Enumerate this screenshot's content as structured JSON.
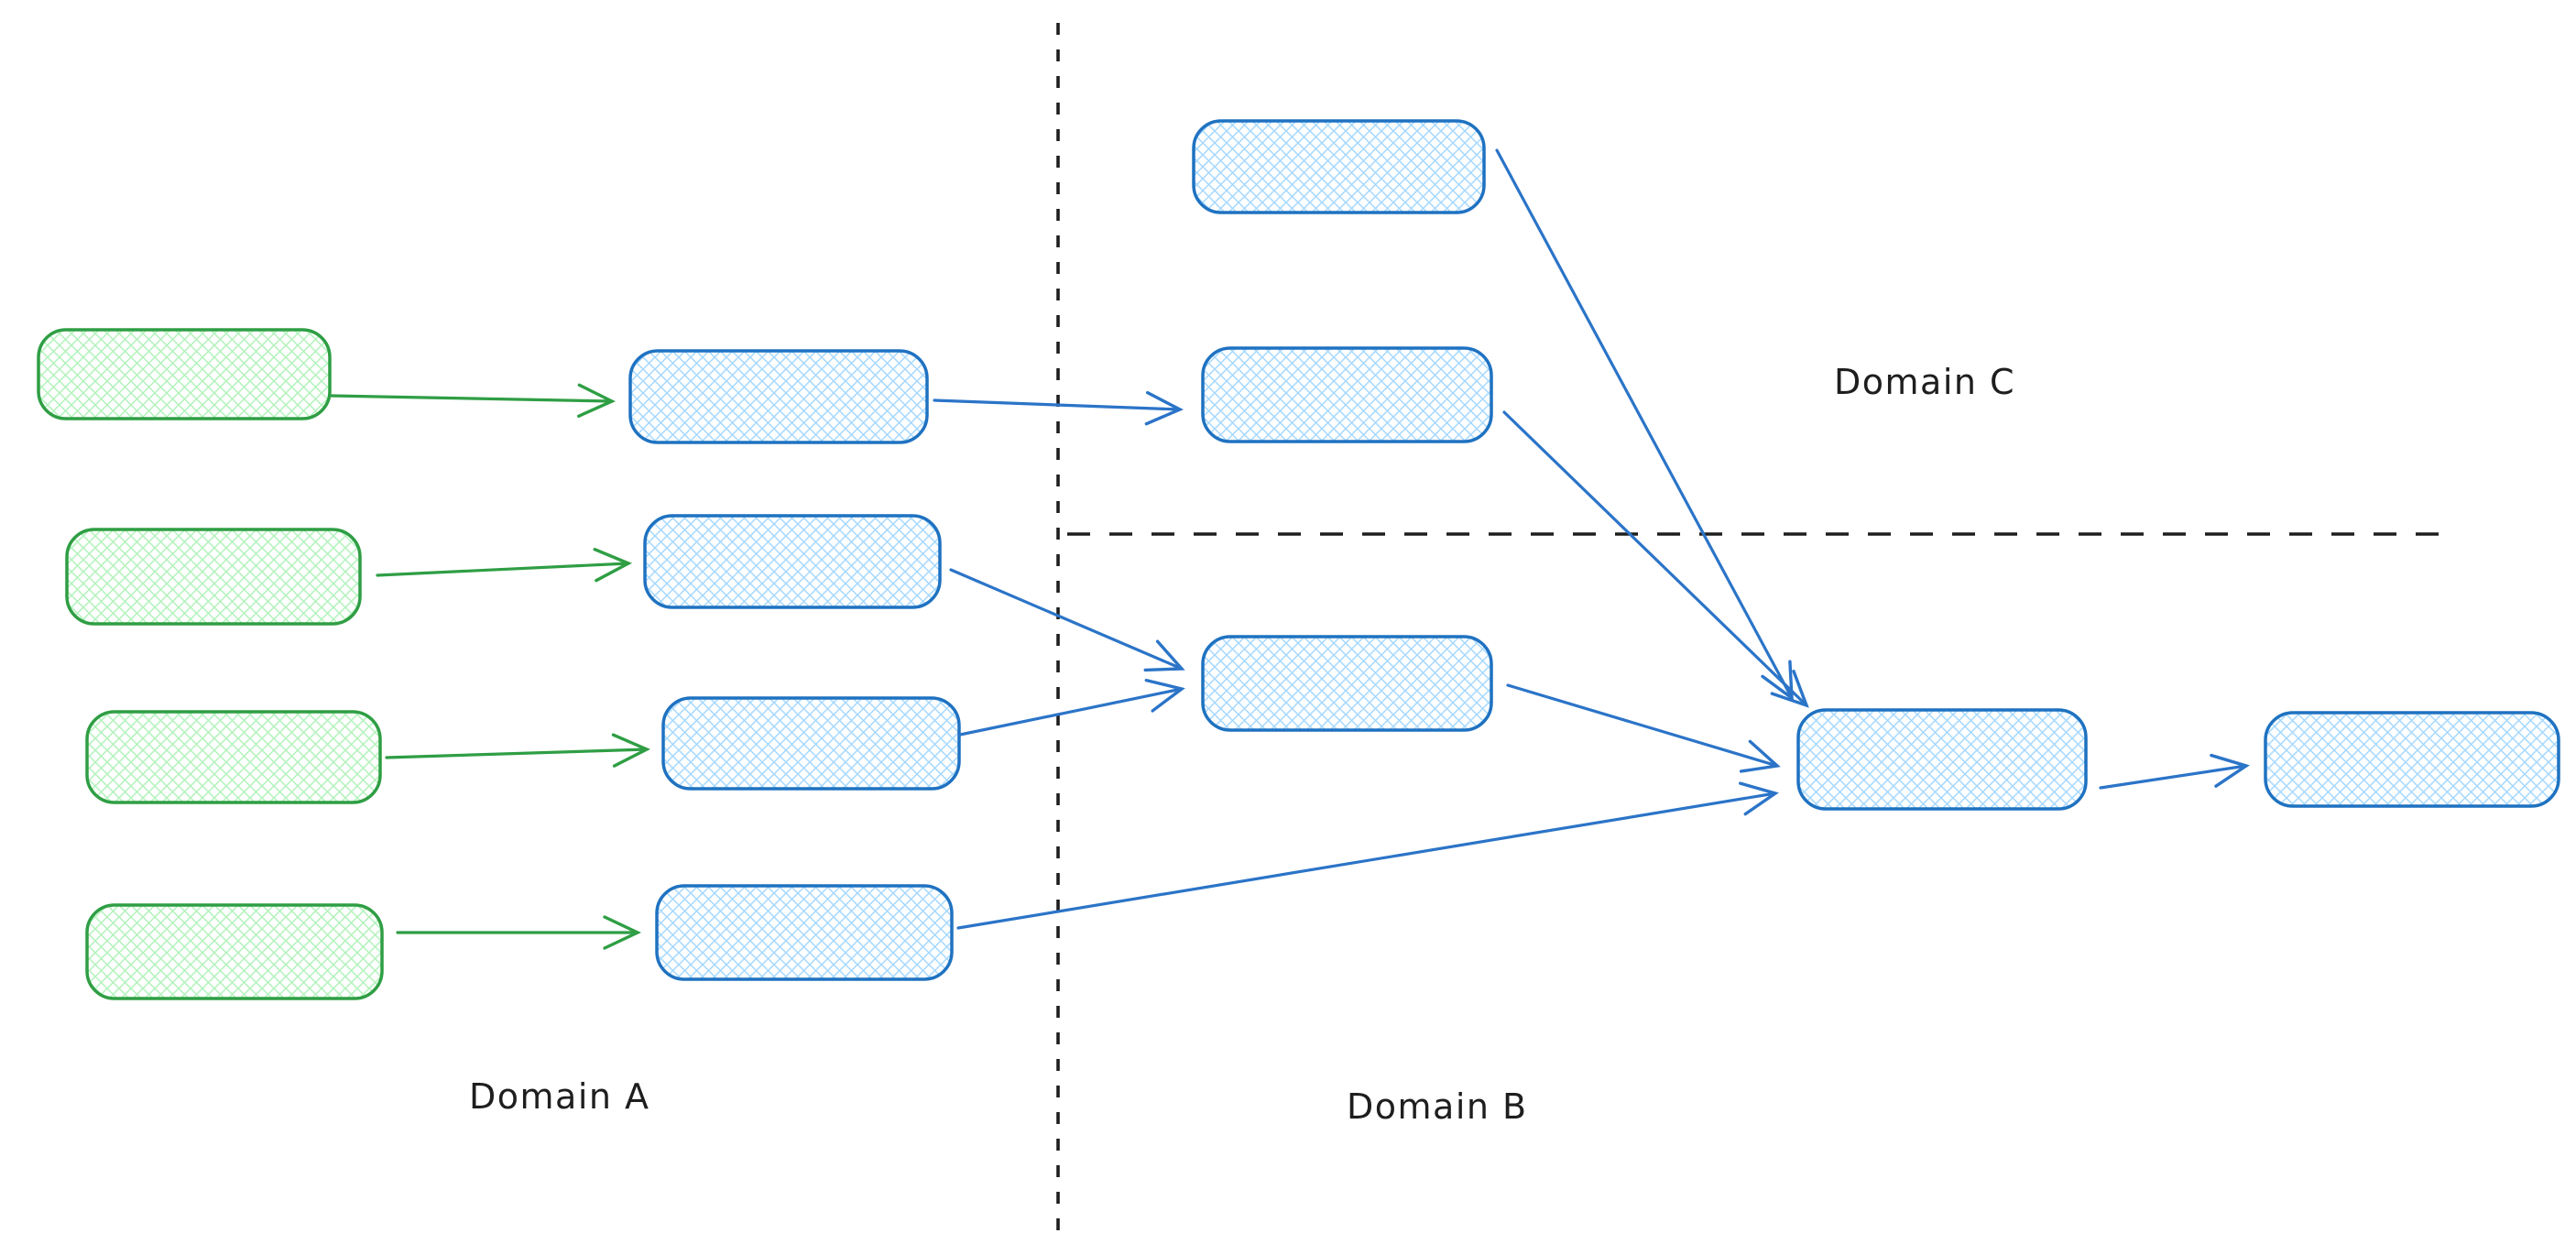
{
  "diagram": {
    "labels": {
      "domain_a": "Domain A",
      "domain_b": "Domain B",
      "domain_c": "Domain C"
    },
    "colors": {
      "green_stroke": "#2f9e44",
      "green_fill_hatch": "#b2f2bb",
      "blue_stroke": "#1f72c1",
      "blue_fill_hatch": "#a5d8ff",
      "divider": "#1e1e1e",
      "label_text": "#1e1e1e",
      "background": "#ffffff"
    },
    "graph": {
      "nodes": [
        {
          "id": "domain-a-input-1",
          "domain": "Domain A",
          "style": "green-hatched-box",
          "label": ""
        },
        {
          "id": "domain-a-input-2",
          "domain": "Domain A",
          "style": "green-hatched-box",
          "label": ""
        },
        {
          "id": "domain-a-input-3",
          "domain": "Domain A",
          "style": "green-hatched-box",
          "label": ""
        },
        {
          "id": "domain-a-input-4",
          "domain": "Domain A",
          "style": "green-hatched-box",
          "label": ""
        },
        {
          "id": "domain-a-stage-1",
          "domain": "Domain A",
          "style": "blue-hatched-box",
          "label": ""
        },
        {
          "id": "domain-a-stage-2",
          "domain": "Domain A",
          "style": "blue-hatched-box",
          "label": ""
        },
        {
          "id": "domain-a-stage-3",
          "domain": "Domain A",
          "style": "blue-hatched-box",
          "label": ""
        },
        {
          "id": "domain-a-stage-4",
          "domain": "Domain A",
          "style": "blue-hatched-box",
          "label": ""
        },
        {
          "id": "domain-c-box-top",
          "domain": "Domain C",
          "style": "blue-hatched-box",
          "label": ""
        },
        {
          "id": "domain-c-box-mid",
          "domain": "Domain C",
          "style": "blue-hatched-box",
          "label": ""
        },
        {
          "id": "domain-b-box-left",
          "domain": "Domain B",
          "style": "blue-hatched-box",
          "label": ""
        },
        {
          "id": "domain-b-merge-box",
          "domain": "Domain B",
          "style": "blue-hatched-box",
          "label": ""
        },
        {
          "id": "domain-b-output-box",
          "domain": "Domain B",
          "style": "blue-hatched-box",
          "label": ""
        }
      ],
      "edges": [
        {
          "from": "domain-a-input-1",
          "to": "domain-a-stage-1",
          "color": "green"
        },
        {
          "from": "domain-a-input-2",
          "to": "domain-a-stage-2",
          "color": "green"
        },
        {
          "from": "domain-a-input-3",
          "to": "domain-a-stage-3",
          "color": "green"
        },
        {
          "from": "domain-a-input-4",
          "to": "domain-a-stage-4",
          "color": "green"
        },
        {
          "from": "domain-a-stage-1",
          "to": "domain-c-box-mid",
          "color": "blue"
        },
        {
          "from": "domain-a-stage-2",
          "to": "domain-b-box-left",
          "color": "blue"
        },
        {
          "from": "domain-a-stage-3",
          "to": "domain-b-box-left",
          "color": "blue"
        },
        {
          "from": "domain-a-stage-4",
          "to": "domain-b-merge-box",
          "color": "blue"
        },
        {
          "from": "domain-c-box-top",
          "to": "domain-b-merge-box",
          "color": "blue"
        },
        {
          "from": "domain-c-box-mid",
          "to": "domain-b-merge-box",
          "color": "blue"
        },
        {
          "from": "domain-b-box-left",
          "to": "domain-b-merge-box",
          "color": "blue"
        },
        {
          "from": "domain-b-merge-box",
          "to": "domain-b-output-box",
          "color": "blue"
        }
      ]
    }
  }
}
